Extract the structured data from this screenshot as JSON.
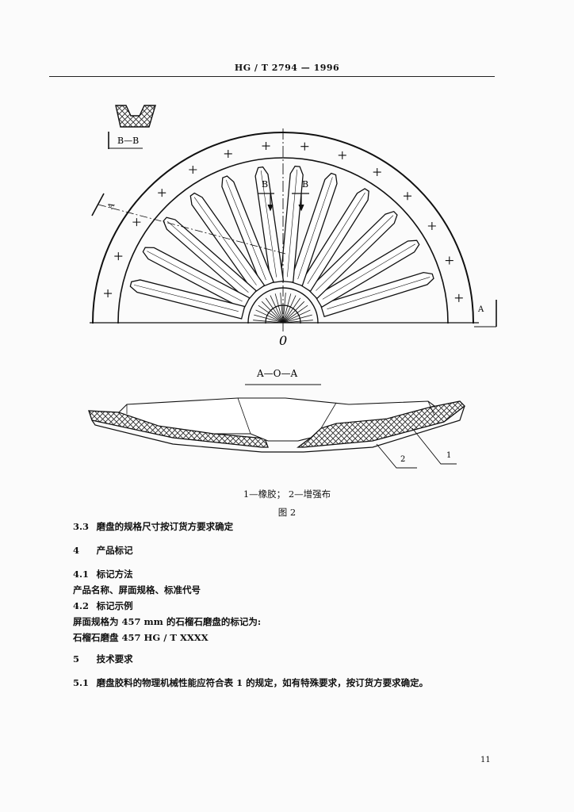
{
  "header": {
    "standard": "HG / T 2794 — 1996"
  },
  "figure": {
    "section_bb": "B—B",
    "mark_b": "B",
    "mark_a": "A",
    "mark_o": "0",
    "section_aoa": "A—O—A",
    "callout_1": "1",
    "callout_2": "2",
    "legend": "1—橡胶；  2—增强布",
    "caption": "图  2"
  },
  "body": {
    "c3_3_num": "3.3",
    "c3_3_text": "磨盘的规格尺寸按订货方要求确定",
    "s4_num": "4",
    "s4_title": "产品标记",
    "c4_1_num": "4.1",
    "c4_1_title": "标记方法",
    "c4_1_text": "产品名称、屏面规格、标准代号",
    "c4_2_num": "4.2",
    "c4_2_title": "标记示例",
    "c4_2_line1": "屏面规格为 457 mm 的石榴石磨盘的标记为:",
    "c4_2_line2": "石榴石磨盘 457 HG / T  XXXX",
    "s5_num": "5",
    "s5_title": "技术要求",
    "c5_1_num": "5.1",
    "c5_1_text": "磨盘胶料的物理机械性能应符合表 1 的规定，如有特殊要求，按订货方要求确定。"
  },
  "page_number": "11"
}
